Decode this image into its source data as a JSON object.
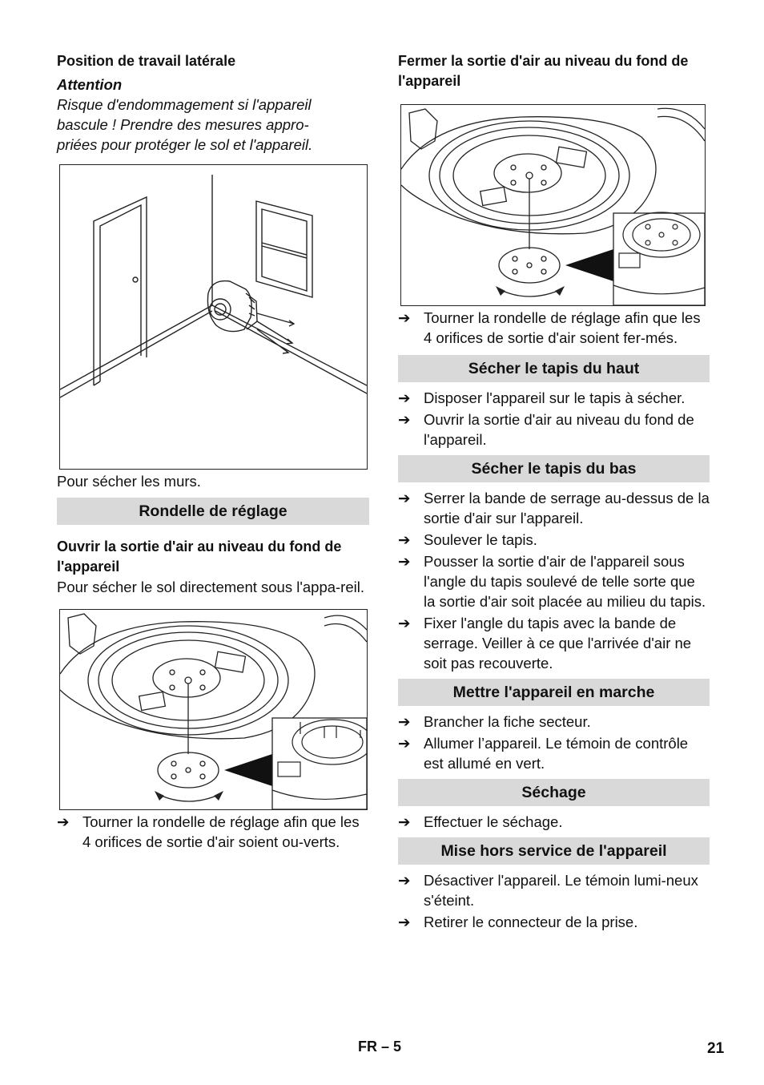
{
  "left": {
    "heading1": "Position de travail latérale",
    "attention_label": "Attention",
    "attention_text": "Risque d'endommagement si l'appareil bascule ! Prendre des mesures appro-priées pour protéger le sol et l'appareil.",
    "fig1_caption": "Pour sécher les murs.",
    "section_rondelle": "Rondelle de réglage",
    "heading_ouvrir": "Ouvrir la sortie d'air au niveau du fond de l'appareil",
    "ouvrir_text": "Pour sécher le sol directement sous l'appa-reil.",
    "ouvrir_steps": [
      "Tourner la rondelle de réglage afin que les 4 orifices de sortie d'air soient ou-verts."
    ]
  },
  "right": {
    "heading_fermer": "Fermer la sortie d'air au niveau du fond de l'appareil",
    "fermer_steps": [
      "Tourner la rondelle de réglage afin que les 4 orifices de sortie d'air soient fer-més."
    ],
    "sections": [
      {
        "title": "Sécher le tapis du haut",
        "steps": [
          "Disposer l'appareil sur le tapis à sécher.",
          "Ouvrir la sortie d'air au niveau du fond de l'appareil."
        ]
      },
      {
        "title": "Sécher le tapis du bas",
        "steps": [
          "Serrer la bande de serrage au-dessus de la sortie d'air sur l'appareil.",
          "Soulever le tapis.",
          "Pousser la sortie d'air de l'appareil sous l'angle du tapis soulevé de telle sorte que la sortie d'air soit placée au milieu du tapis.",
          "Fixer l'angle du tapis avec la bande de serrage. Veiller à ce que l'arrivée d'air ne soit pas recouverte."
        ]
      },
      {
        "title": "Mettre l'appareil en marche",
        "steps": [
          "Brancher la fiche secteur.",
          "Allumer l’appareil. Le témoin de contrôle est allumé en vert."
        ]
      },
      {
        "title": "Séchage",
        "steps": [
          "Effectuer le séchage."
        ]
      },
      {
        "title": "Mise hors service de l'appareil",
        "steps": [
          "Désactiver l'appareil. Le témoin lumi-neux s'éteint.",
          "Retirer le connecteur de la prise."
        ]
      }
    ]
  },
  "footer": {
    "lang_page": "FR – 5",
    "page_number": "21"
  },
  "icons": {
    "bullet": "right-arrow-icon",
    "bullet_glyph": "➔"
  }
}
